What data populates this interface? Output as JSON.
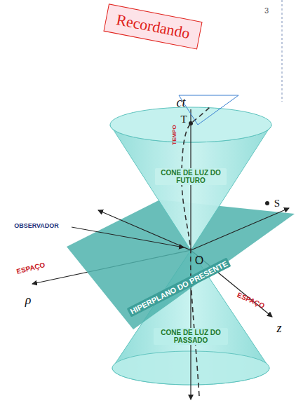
{
  "diagram": {
    "nodes": [
      {
        "text": [
          "Recordando"
        ]
      }
    ],
    "labels": [
      "3",
      "ct",
      "TEMPO",
      "T",
      "CONE DE LUZ DO FUTURO",
      "S",
      "OBSERVADOR",
      "O",
      "ESPAÇO",
      "HIPERPLANO DO PRESENTE",
      "ESPAÇO",
      "ρ",
      "z",
      "CONE DE LUZ DO PASSADO"
    ]
  }
}
